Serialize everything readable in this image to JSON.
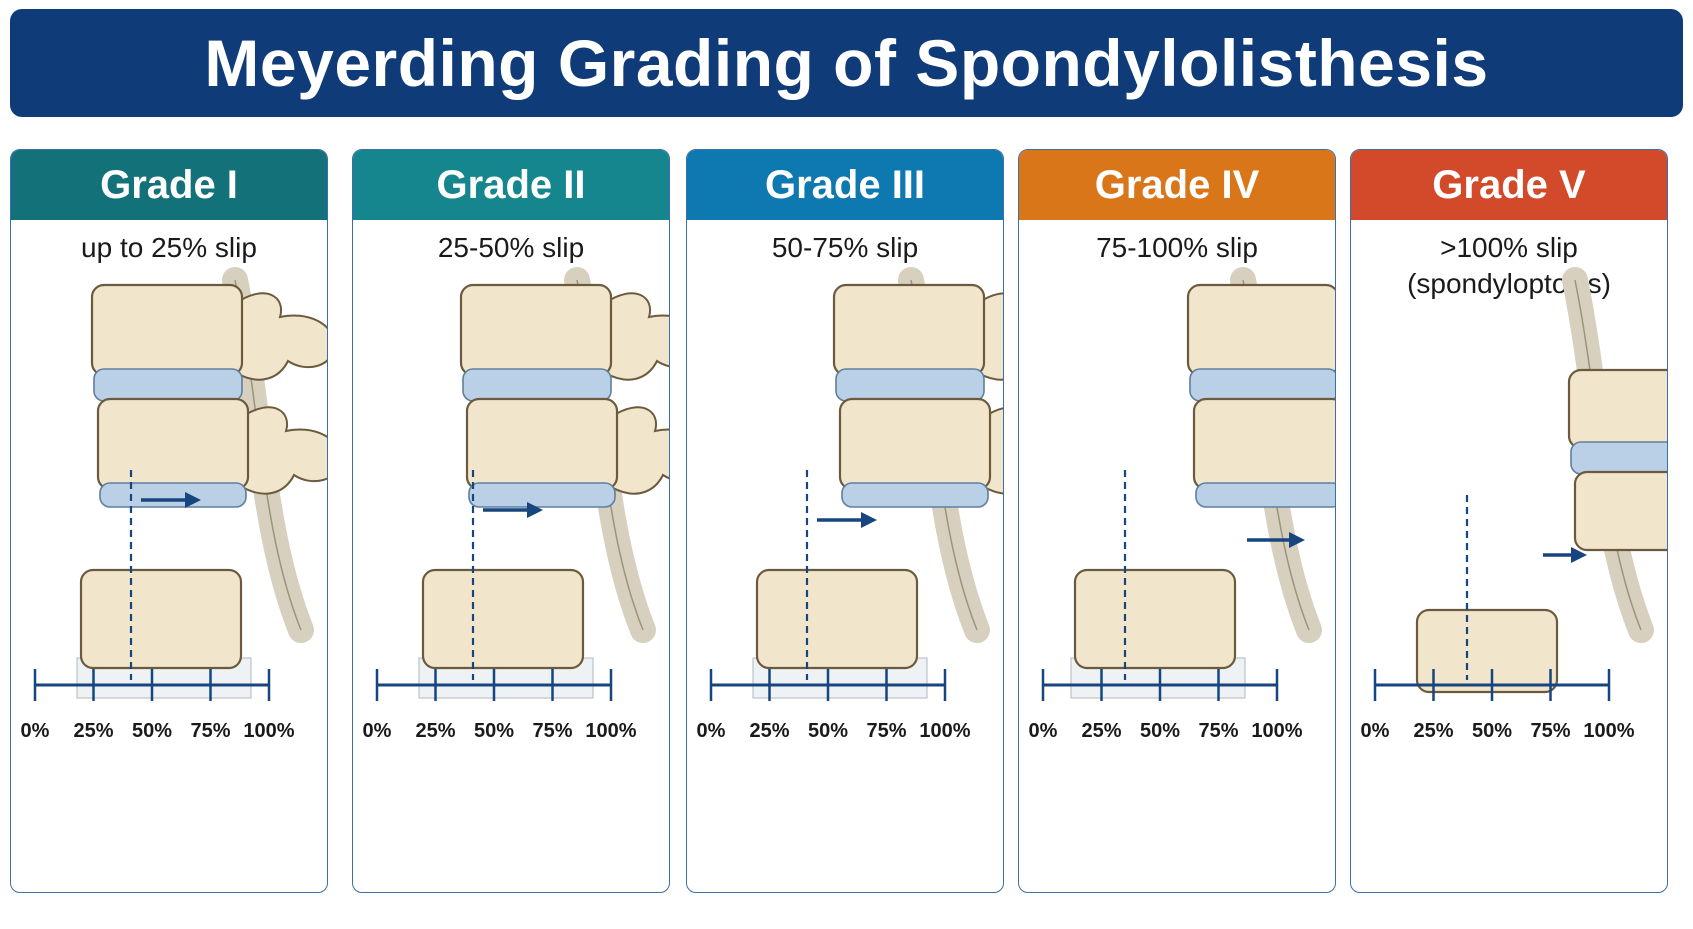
{
  "title": "Meyerding Grading of Spondylolisthesis",
  "scale_labels": [
    "0%",
    "25%",
    "50%",
    "75%",
    "100%"
  ],
  "colors": {
    "title_bar": "#0f3b78",
    "bone": "#f1e6cc",
    "bone_outline": "#6b5a3e",
    "disc": "#b9d0e6",
    "arrow": "#16457f",
    "scale": "#16457f"
  },
  "grades": [
    {
      "label": "Grade I",
      "slip": [
        "up to 25% slip"
      ],
      "color": "#137179",
      "slip_fraction": 0.18
    },
    {
      "label": "Grade II",
      "slip": [
        "25-50% slip"
      ],
      "color": "#15868d",
      "slip_fraction": 0.36
    },
    {
      "label": "Grade III",
      "slip": [
        "50-75% slip"
      ],
      "color": "#0e78b0",
      "slip_fraction": 0.62
    },
    {
      "label": "Grade IV",
      "slip": [
        "75-100% slip"
      ],
      "color": "#d9761a",
      "slip_fraction": 0.86
    },
    {
      "label": "Grade V",
      "slip": [
        ">100% slip",
        "(spondyloptosis)"
      ],
      "color": "#d24a2a",
      "slip_fraction": 1.12
    }
  ]
}
